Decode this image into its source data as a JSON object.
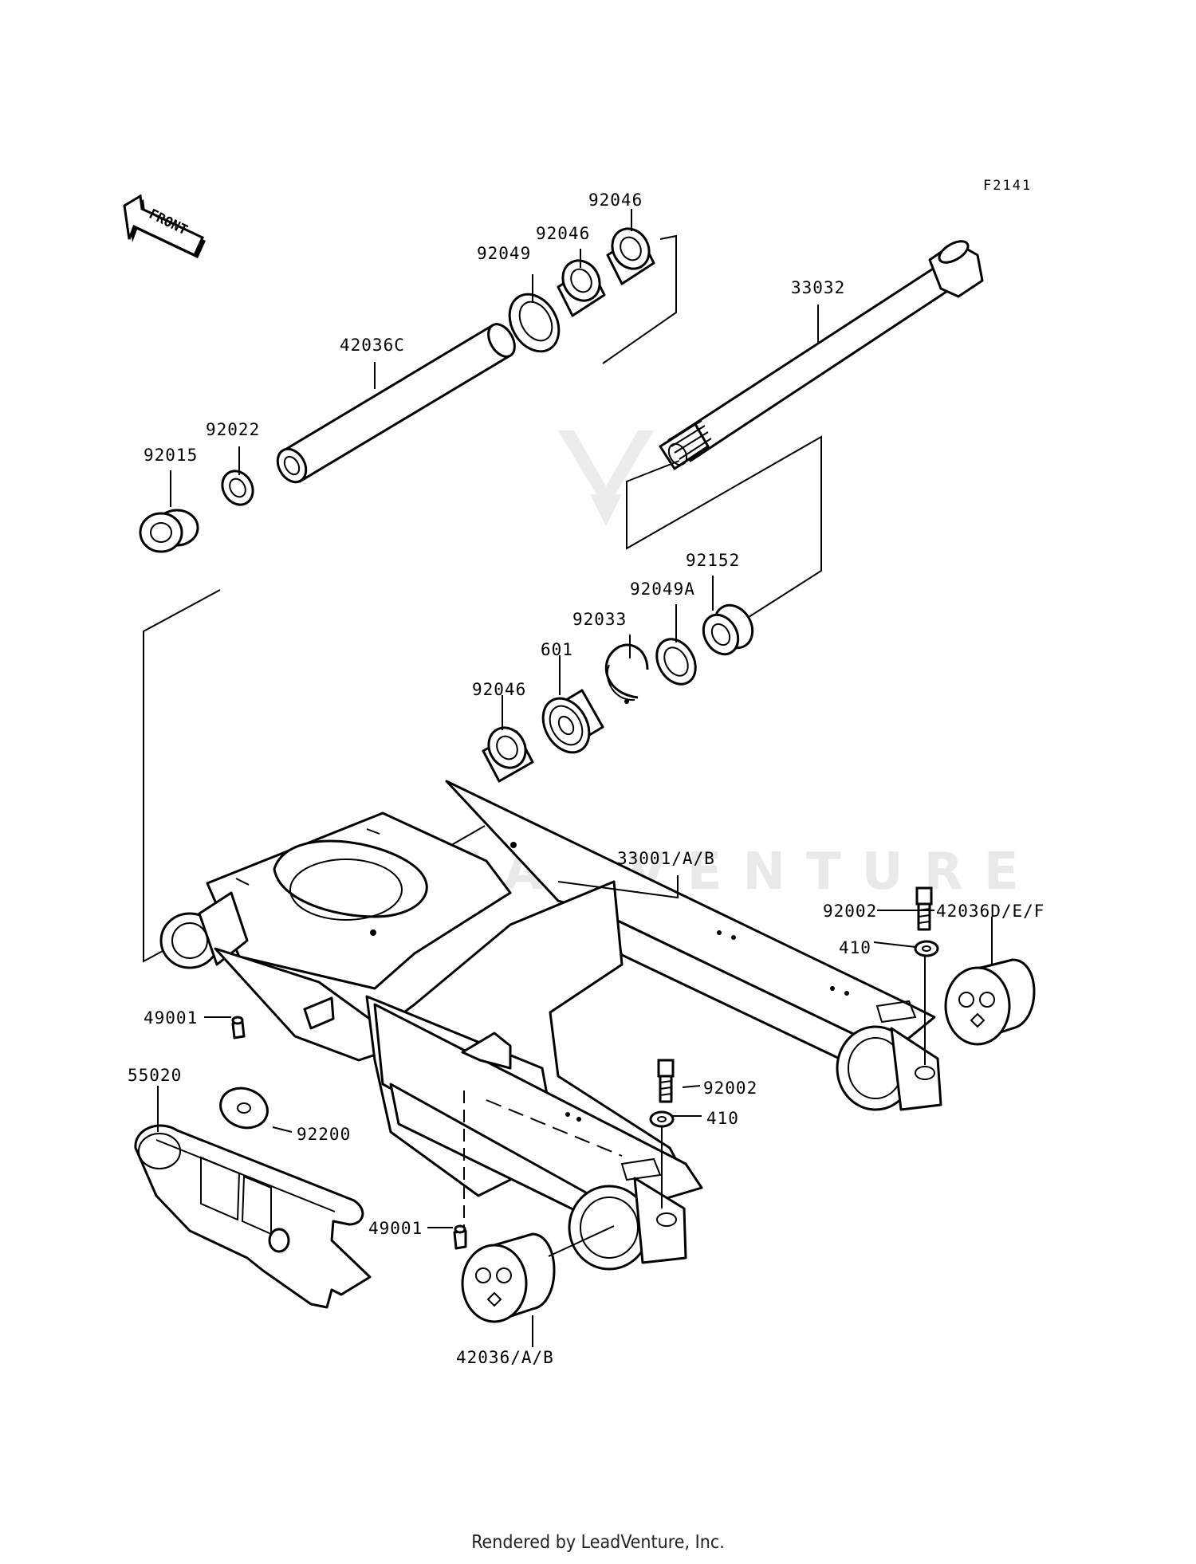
{
  "figure_code": "F2141",
  "front_arrow": "FRONT",
  "watermark": "LEADVENTURE",
  "footer": "Rendered by LeadVenture, Inc.",
  "labels": {
    "p92046_top": "92046",
    "p92046_mid": "92046",
    "p92049": "92049",
    "p42036c": "42036C",
    "p33032": "33032",
    "p92022": "92022",
    "p92015": "92015",
    "p92152": "92152",
    "p92049a": "92049A",
    "p92033": "92033",
    "p601": "601",
    "p92046_low": "92046",
    "p33001": "33001/A/B",
    "p92002_r": "92002",
    "p42036def": "42036D/E/F",
    "p410_r": "410",
    "p49001_l": "49001",
    "p55020": "55020",
    "p92200": "92200",
    "p92002_c": "92002",
    "p410_c": "410",
    "p49001_b": "49001",
    "p42036ab": "42036/A/B"
  }
}
